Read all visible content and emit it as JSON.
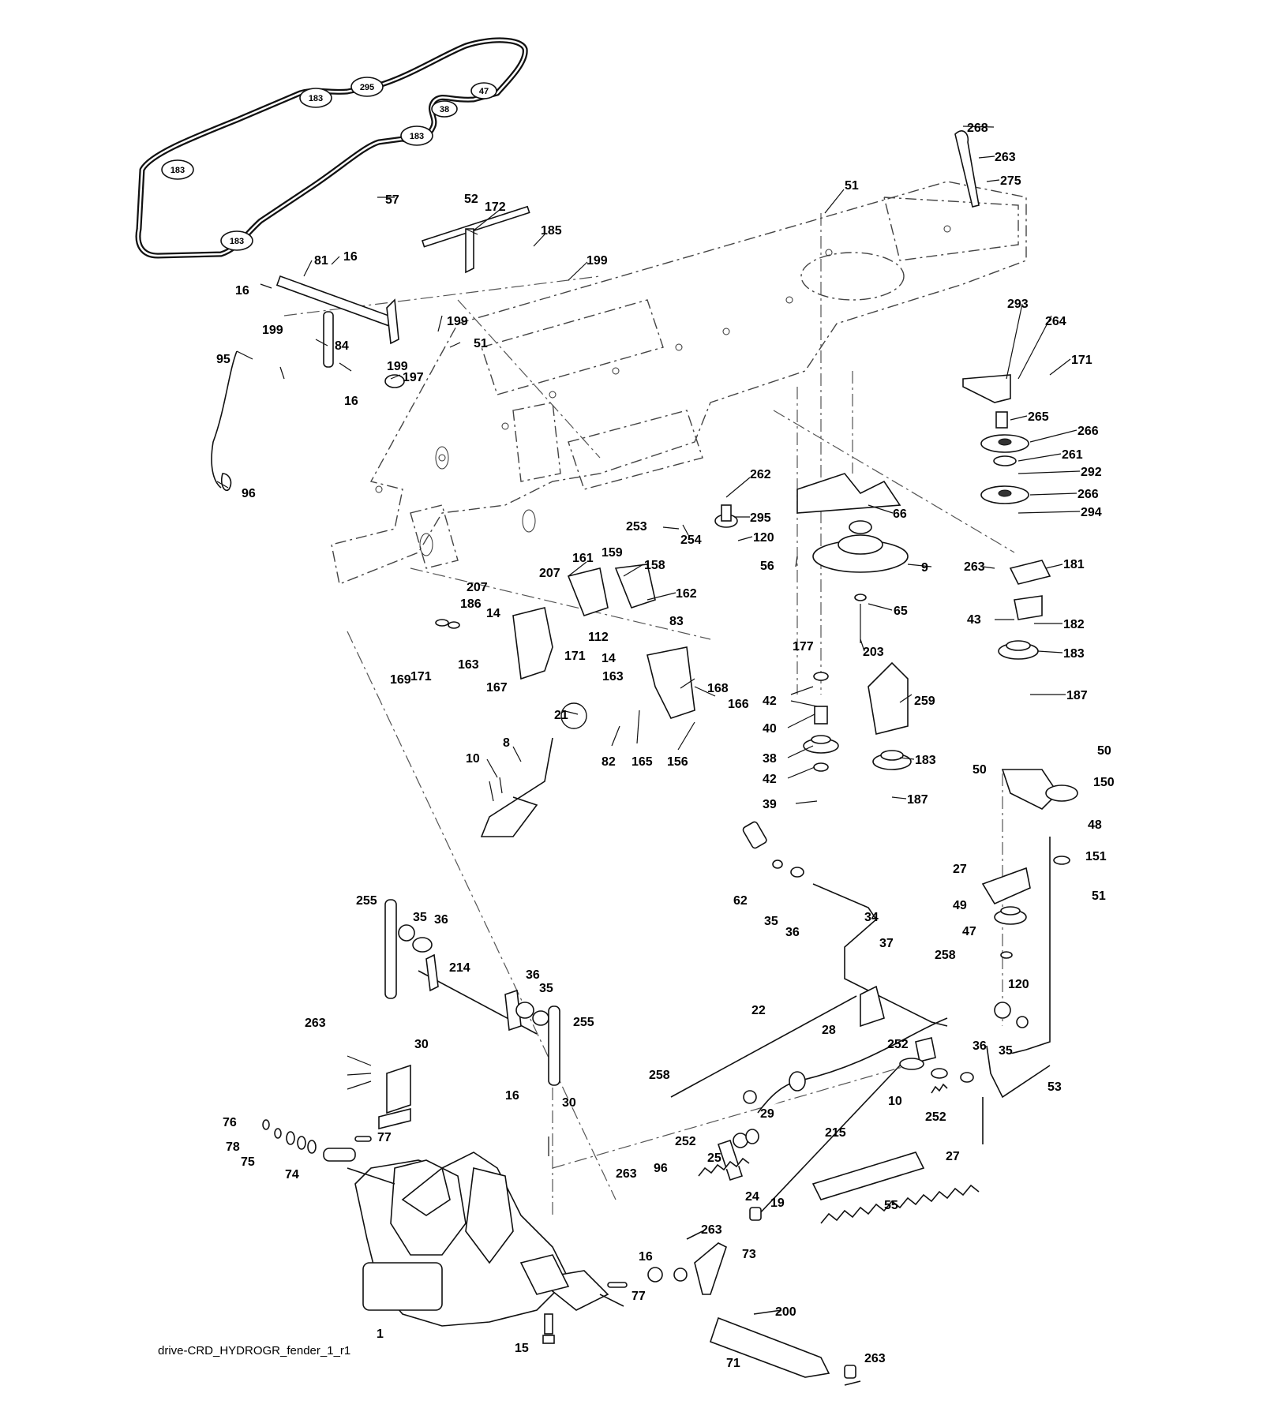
{
  "caption": "drive-CRD_HYDROGR_fender_1_r1",
  "belt_pulley_labels": [
    "183",
    "295",
    "47",
    "38",
    "183",
    "183",
    "183"
  ],
  "callouts": {
    "c57": "57",
    "c52": "52",
    "c172": "172",
    "c185": "185",
    "c199a": "199",
    "c199b": "199",
    "c199c": "199",
    "c199d": "199",
    "c81": "81",
    "c16a": "16",
    "c16b": "16",
    "c16c": "16",
    "c84": "84",
    "c51a": "51",
    "c197": "197",
    "c95": "95",
    "c96a": "96",
    "c51b": "51",
    "c268": "268",
    "c263a": "263",
    "c275": "275",
    "c293": "293",
    "c264": "264",
    "c171a": "171",
    "c265": "265",
    "c266a": "266",
    "c261": "261",
    "c292": "292",
    "c266b": "266",
    "c294": "294",
    "c262": "262",
    "c295": "295",
    "c120a": "120",
    "c56": "56",
    "c66": "66",
    "c9": "9",
    "c263b": "263",
    "c181": "181",
    "c253": "253",
    "c254": "254",
    "c161": "161",
    "c159": "159",
    "c158": "158",
    "c162": "162",
    "c207a": "207",
    "c207b": "207",
    "c186": "186",
    "c14a": "14",
    "c163a": "163",
    "c112": "112",
    "c14b": "14",
    "c83": "83",
    "c163b": "163",
    "c171b": "171",
    "c167": "167",
    "c169": "169",
    "c171c": "171",
    "c65": "65",
    "c203": "203",
    "c43": "43",
    "c182": "182",
    "c183a": "183",
    "c177": "177",
    "c187a": "187",
    "c259": "259",
    "c42a": "42",
    "c40": "40",
    "c38": "38",
    "c42b": "42",
    "c39": "39",
    "c183b": "183",
    "c187b": "187",
    "c168": "168",
    "c166": "166",
    "c21": "21",
    "c8": "8",
    "c10a": "10",
    "c82": "82",
    "c165": "165",
    "c156": "156",
    "c50a": "50",
    "c50b": "50",
    "c150": "150",
    "c48": "48",
    "c27a": "27",
    "c151": "151",
    "c49": "49",
    "c51c": "51",
    "c47": "47",
    "c120b": "120",
    "c62": "62",
    "c35a": "35",
    "c36a": "36",
    "c34": "34",
    "c37": "37",
    "c258a": "258",
    "c255a": "255",
    "c35b": "35",
    "c36b": "36",
    "c214": "214",
    "c36c": "36",
    "c35c": "35",
    "c255b": "255",
    "c22": "22",
    "c28": "28",
    "c36d": "36",
    "c35d": "35",
    "c263c": "263",
    "c30a": "30",
    "c252a": "252",
    "c10b": "10",
    "c252b": "252",
    "c53": "53",
    "c258b": "258",
    "c29": "29",
    "c16d": "16",
    "c30b": "30",
    "c215": "215",
    "c76": "76",
    "c78": "78",
    "c77a": "77",
    "c75": "75",
    "c74": "74",
    "c263d": "263",
    "c252c": "252",
    "c25": "25",
    "c27b": "27",
    "c96b": "96",
    "c24": "24",
    "c19": "19",
    "c55": "55",
    "c263e": "263",
    "c73": "73",
    "c16e": "16",
    "c77b": "77",
    "c200": "200",
    "c1": "1",
    "c15": "15",
    "c71": "71",
    "c263f": "263"
  }
}
